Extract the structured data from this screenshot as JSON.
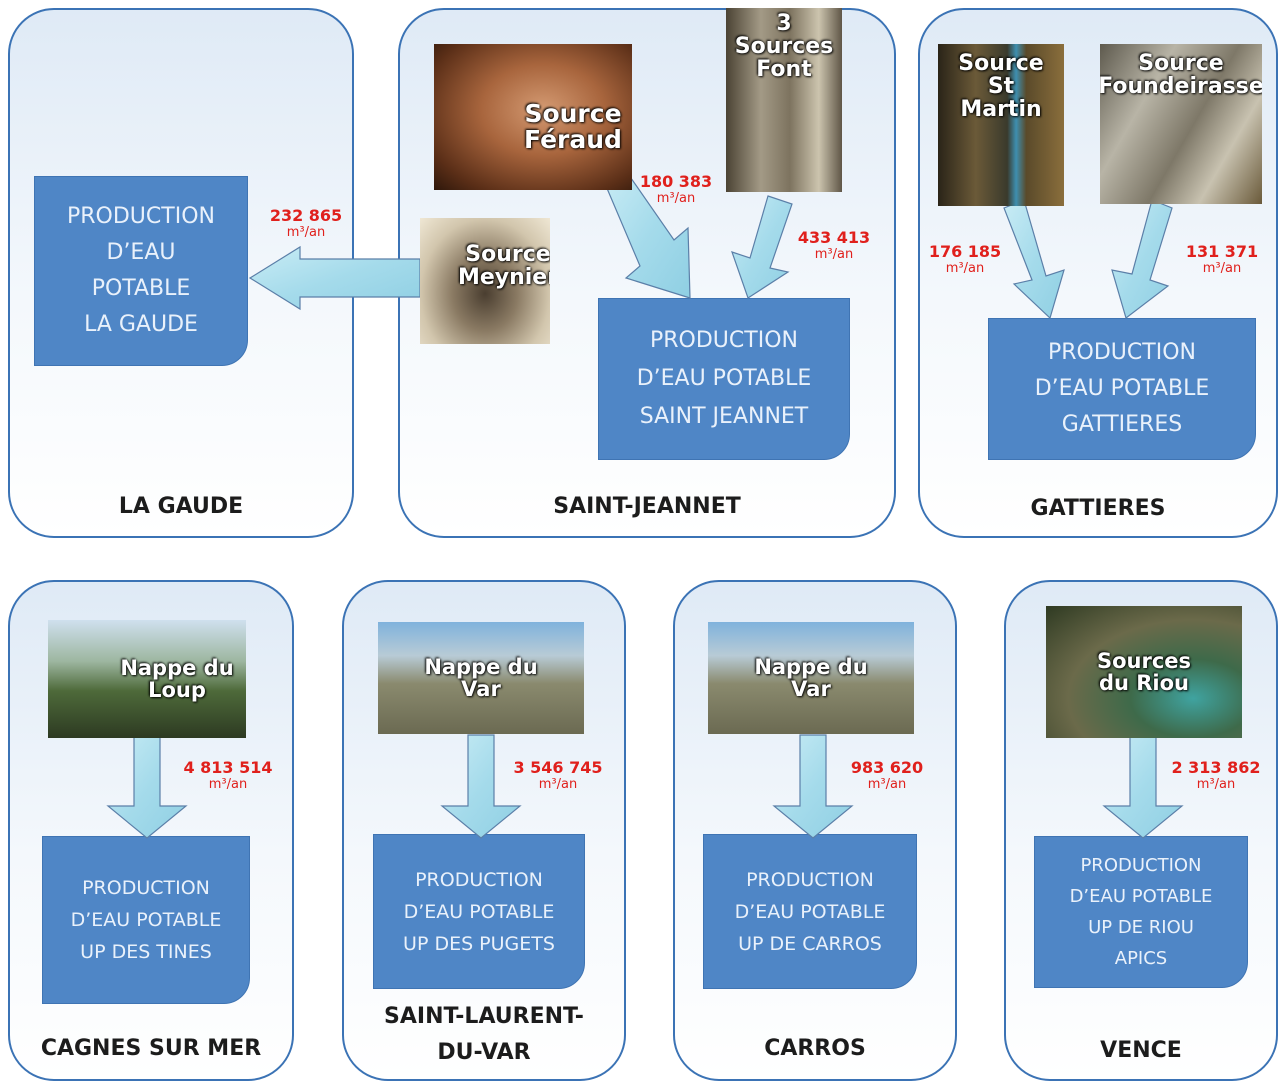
{
  "communes": {
    "la_gaude": "LA GAUDE",
    "saint_jeannet": "SAINT-JEANNET",
    "gattieres": "GATTIERES",
    "cagnes": "CAGNES SUR MER",
    "saint_laurent_1": "SAINT-LAURENT-",
    "saint_laurent_2": "DU-VAR",
    "carros": "CARROS",
    "vence": "VENCE"
  },
  "productions": {
    "la_gaude": [
      "PRODUCTION",
      "D’EAU",
      "POTABLE",
      "LA GAUDE"
    ],
    "saint_jeannet": [
      "PRODUCTION",
      "D’EAU POTABLE",
      "SAINT JEANNET"
    ],
    "gattieres": [
      "PRODUCTION",
      "D’EAU POTABLE",
      "GATTIERES"
    ],
    "cagnes": [
      "PRODUCTION",
      "D’EAU POTABLE",
      "UP DES TINES"
    ],
    "saint_laurent": [
      "PRODUCTION",
      "D’EAU POTABLE",
      "UP DES PUGETS"
    ],
    "carros": [
      "PRODUCTION",
      "D’EAU POTABLE",
      "UP DE CARROS"
    ],
    "vence": [
      "PRODUCTION",
      "D’EAU POTABLE",
      "UP DE RIOU",
      "APICS"
    ]
  },
  "sources": {
    "feraud": [
      "Source",
      "Féraud"
    ],
    "trois_sources": [
      "3",
      "Sources",
      "Font"
    ],
    "meynier": [
      "Source",
      "Meynier"
    ],
    "st_martin": [
      "Source",
      "St",
      "Martin"
    ],
    "foundeirasse": [
      "Source",
      "Foundeirasse"
    ],
    "loup": [
      "Nappe du",
      "Loup"
    ],
    "var_1": [
      "Nappe du",
      "Var"
    ],
    "var_2": [
      "Nappe du",
      "Var"
    ],
    "riou": [
      "Sources",
      "du Riou"
    ]
  },
  "volumes": {
    "meynier": "232 865",
    "feraud": "180 383",
    "trois_sources": "433 413",
    "st_martin": "176 185",
    "foundeirasse": "131 371",
    "loup": "4 813 514",
    "var_pugets": "3 546 745",
    "var_carros": "983 620",
    "riou": "2 313 862"
  },
  "unit": "m³/an",
  "colors": {
    "production_box": "#4f86c6",
    "panel_border": "#3b73b5",
    "volume_text": "#e0201c",
    "arrow_fill": "#a9dcec"
  }
}
